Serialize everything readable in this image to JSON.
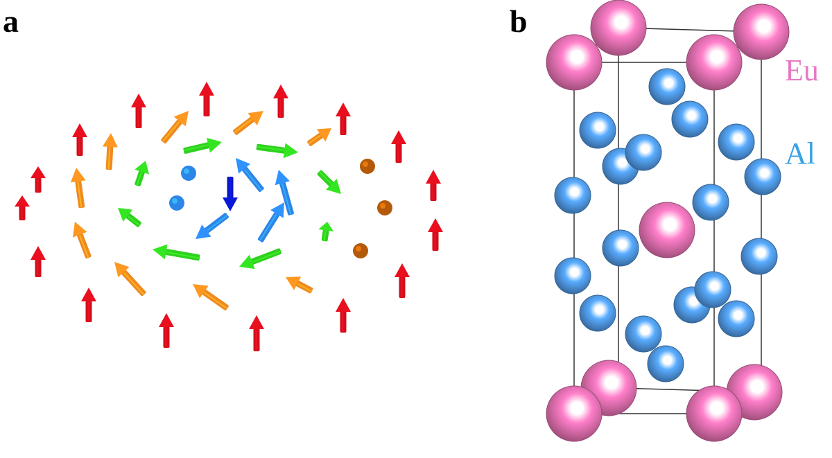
{
  "panels": {
    "a": {
      "label": "a"
    },
    "b": {
      "label": "b"
    }
  },
  "elements": [
    {
      "symbol": "Eu",
      "color": "#e67ac4"
    },
    {
      "symbol": "Al",
      "color": "#3aa3e6"
    }
  ],
  "palette": {
    "up": "#d40e1b",
    "orange": "#f08a1e",
    "green": "#2fd11f",
    "light_blue": "#2b86e8",
    "dark_blue": "#0b16c4",
    "brown": "#b35a0a",
    "eu_atom": "#d96aa8",
    "al_atom": "#4a8fd6",
    "cell_line": "#333333"
  }
}
